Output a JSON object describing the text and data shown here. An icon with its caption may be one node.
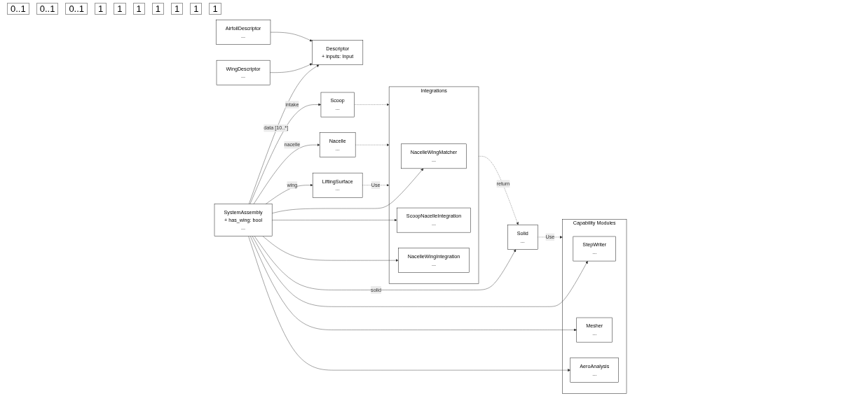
{
  "diagram": {
    "nodes": [
      {
        "text": [
          "SystemAssembly",
          "+ has_wing: bool",
          "..."
        ]
      },
      {
        "text": [
          "Descriptor",
          "+ inputs: Input"
        ]
      },
      {
        "text": [
          "WingDescriptor",
          "..."
        ]
      },
      {
        "text": [
          "AirfoilDescriptor",
          "..."
        ]
      },
      {
        "text": [
          "LiftingSurface",
          "..."
        ]
      },
      {
        "text": [
          "Integrations"
        ]
      },
      {
        "text": [
          "NacelleWingMatcher",
          "..."
        ],
        "in": 5
      },
      {
        "text": [
          "ScoopNacelleIntegration",
          "..."
        ],
        "in": 5
      },
      {
        "text": [
          "NacelleWingIntegration",
          "..."
        ],
        "in": 5
      },
      {
        "text": [
          "Capability Modules"
        ]
      },
      {
        "text": [
          "StepWriter",
          "..."
        ],
        "in": 9
      },
      {
        "text": [
          "Mesher",
          "..."
        ],
        "in": 9
      },
      {
        "text": [
          "AeroAnalysis",
          "..."
        ],
        "in": 9
      },
      {
        "text": [
          "Nacelle",
          "..."
        ]
      },
      {
        "text": [
          "Scoop",
          "..."
        ]
      },
      {
        "text": [
          "Solid",
          "..."
        ]
      }
    ],
    "edges": [
      {
        "from": 0,
        "to": 1,
        "arrow": "to",
        "label": "data  [10..*]"
      },
      {
        "from": 0,
        "to": 4,
        "arrow": "to",
        "label": "wing"
      },
      {
        "from": 0,
        "to": 13,
        "arrow": "to",
        "label": "nacelle"
      },
      {
        "from": 0,
        "to": 14,
        "arrow": "to",
        "label": "intake"
      },
      {
        "from": 0,
        "to": 15,
        "arrow": "to",
        "label": "solid"
      },
      {
        "from": 0,
        "to": 6,
        "arrow": "to"
      },
      {
        "from": 0,
        "to": 7,
        "arrow": "to"
      },
      {
        "from": 0,
        "to": 8,
        "arrow": "to"
      },
      {
        "from": 0,
        "to": 10,
        "arrow": "to"
      },
      {
        "from": 0,
        "to": 11,
        "arrow": "to"
      },
      {
        "from": 0,
        "to": 12,
        "arrow": "to"
      },
      {
        "from": 2,
        "to": 1,
        "arrow": "to"
      },
      {
        "from": 3,
        "to": 1,
        "arrow": "to"
      },
      {
        "from": 4,
        "to": 5,
        "arrow": "to",
        "style": "dashed",
        "label": "Use"
      },
      {
        "from": 13,
        "to": 5,
        "arrow": "to",
        "style": "dashed"
      },
      {
        "from": 14,
        "to": 5,
        "arrow": "to",
        "style": "dashed"
      },
      {
        "from": 5,
        "to": 15,
        "arrow": "to",
        "style": "dashed",
        "label": "return"
      },
      {
        "from": 15,
        "to": 9,
        "arrow": "to",
        "style": "dashed",
        "label": "Use"
      }
    ],
    "labels": [
      "0..1",
      "0..1",
      "0..1",
      "1",
      "1",
      "1",
      "1",
      "1",
      "1",
      "1"
    ]
  }
}
